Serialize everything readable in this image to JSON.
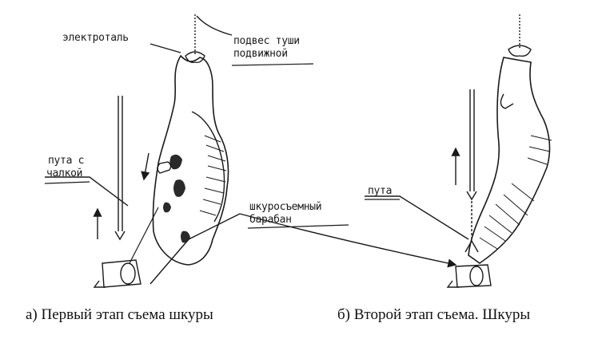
{
  "labels": {
    "electrotal": "электроталь",
    "carcass_hang_1": "подвес туши",
    "carcass_hang_2": "подвижной",
    "shackle_1": "пута с",
    "shackle_2": "чалкой",
    "drum_1": "шкуросъемный",
    "drum_2": "барабан",
    "shackle_b": "пута"
  },
  "captions": {
    "a": "а) Первый этап съема шкуры",
    "b": "б) Второй этап съема. Шкуры"
  },
  "colors": {
    "ink": "#1a1a1a",
    "background": "#ffffff"
  }
}
